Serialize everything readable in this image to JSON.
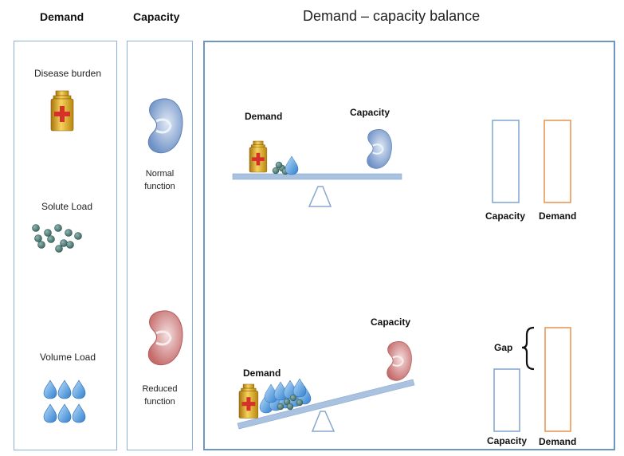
{
  "headers": {
    "demand": "Demand",
    "capacity": "Capacity",
    "balance": "Demand – capacity balance"
  },
  "demand_panel": {
    "disease_burden": "Disease burden",
    "solute_load": "Solute Load",
    "volume_load": "Volume Load"
  },
  "capacity_panel": {
    "normal_line1": "Normal",
    "normal_line2": "function",
    "reduced_line1": "Reduced",
    "reduced_line2": "function"
  },
  "balance_top": {
    "demand_label": "Demand",
    "capacity_label": "Capacity",
    "bar_capacity_label": "Capacity",
    "bar_demand_label": "Demand"
  },
  "balance_bottom": {
    "demand_label": "Demand",
    "capacity_label": "Capacity",
    "gap_label": "Gap",
    "bar_capacity_label": "Capacity",
    "bar_demand_label": "Demand"
  },
  "colors": {
    "panel_border": "#8fb0d6",
    "capacity_bar": "#7ea3d0",
    "demand_bar": "#e8914a",
    "kidney_normal": "#7f9fcf",
    "kidney_reduced": "#d27f7f",
    "solute_dot": "#4f7f7a",
    "water_drop": "#4f95d8",
    "weight_gold": "#d9a520",
    "cross_red": "#d6302b",
    "beam": "#a9c2e0"
  }
}
